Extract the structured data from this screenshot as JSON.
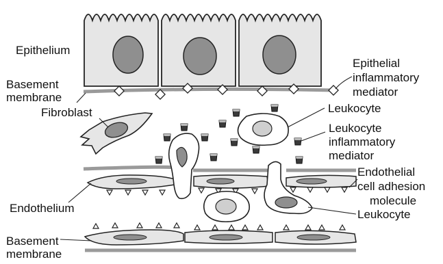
{
  "labels": {
    "epithelium": "Epithelium",
    "basement_membrane_top": [
      "Basement",
      "membrane"
    ],
    "fibroblast": "Fibroblast",
    "epithelial_inflammatory_mediator": [
      "Epithelial",
      "inflammatory",
      "mediator"
    ],
    "leukocyte_upper": "Leukocyte",
    "leukocyte_inflammatory_mediator": [
      "Leukocyte",
      "inflammatory",
      "mediator"
    ],
    "endothelial_cell_adhesion_molecule": [
      "Endothelial",
      "cell adhesion",
      "molecule"
    ],
    "leukocyte_lower": "Leukocyte",
    "endothelium": "Endothelium",
    "basement_membrane_bottom": [
      "Basement",
      "membrane"
    ]
  },
  "colors": {
    "cell_fill": "#e6e6e6",
    "nucleus_fill": "#8f8f8f",
    "membrane": "#9a9a9a",
    "mediator_dark": "#3a3a3a",
    "outline": "#222222"
  }
}
